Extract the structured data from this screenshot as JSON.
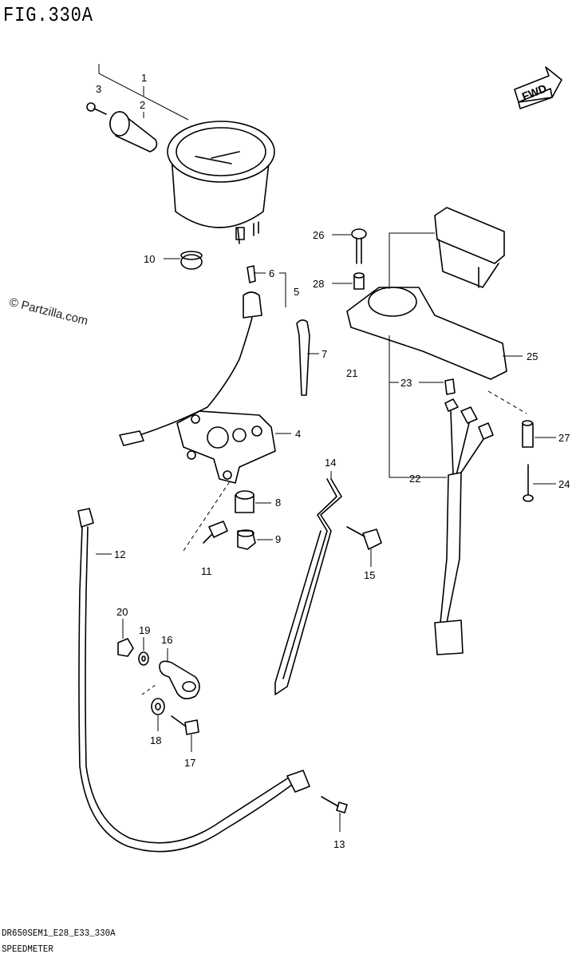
{
  "figure": {
    "title": "FIG.330A",
    "fwd_label": "FWD",
    "watermark": "© Partzilla.com",
    "model_code": "DR650SEM1_E28_E33_330A",
    "section_name": "SPEEDMETER"
  },
  "callouts": [
    "1",
    "2",
    "3",
    "4",
    "5",
    "6",
    "7",
    "8",
    "9",
    "10",
    "11",
    "12",
    "13",
    "14",
    "15",
    "16",
    "17",
    "18",
    "19",
    "20",
    "21",
    "22",
    "23",
    "24",
    "25",
    "26",
    "27",
    "28"
  ]
}
